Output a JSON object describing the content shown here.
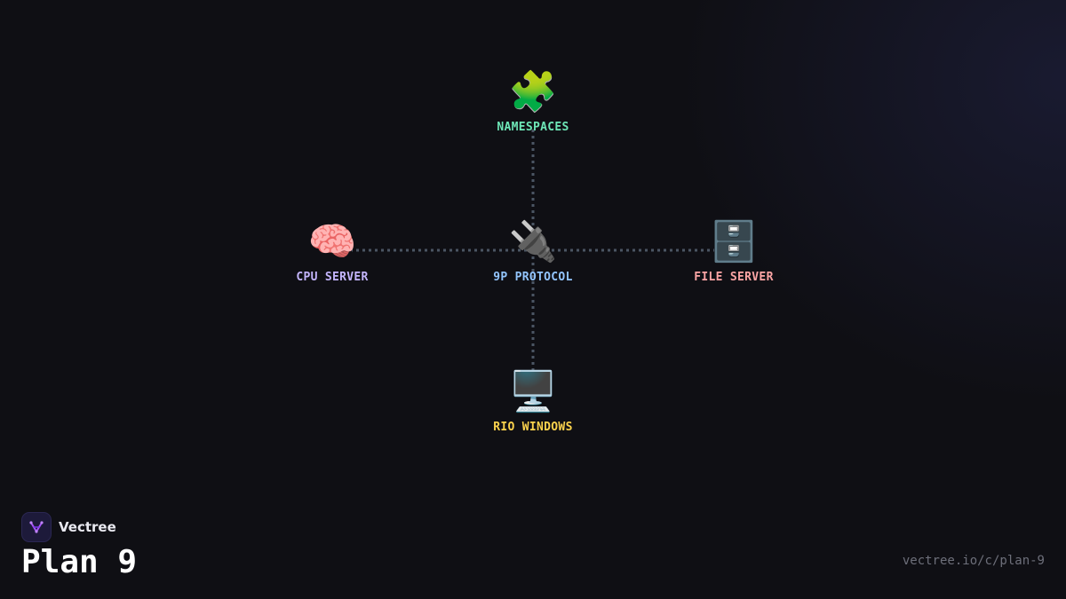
{
  "diagram": {
    "nodes": [
      {
        "id": "namespaces",
        "icon": "puzzle-piece-icon",
        "glyph": "🧩",
        "label": "NAMESPACES",
        "color": "#6ee7b7"
      },
      {
        "id": "cpu-server",
        "icon": "brain-icon",
        "glyph": "🧠",
        "label": "CPU SERVER",
        "color": "#c4b5fd"
      },
      {
        "id": "9p-protocol",
        "icon": "plug-icon",
        "glyph": "🔌",
        "label": "9P PROTOCOL",
        "color": "#93c5fd"
      },
      {
        "id": "file-server",
        "icon": "file-cabinet-icon",
        "glyph": "🗄️",
        "label": "FILE SERVER",
        "color": "#fca5a5"
      },
      {
        "id": "rio-windows",
        "icon": "desktop-computer-icon",
        "glyph": "🖥️",
        "label": "RIO WINDOWS",
        "color": "#fcd34d"
      }
    ],
    "edges": [
      {
        "from": "9p-protocol",
        "to": "namespaces"
      },
      {
        "from": "9p-protocol",
        "to": "cpu-server"
      },
      {
        "from": "9p-protocol",
        "to": "file-server"
      },
      {
        "from": "9p-protocol",
        "to": "rio-windows"
      }
    ],
    "edge_color": "#4b5563"
  },
  "brand": {
    "name": "Vectree",
    "logo_icon": "vectree-logo-icon",
    "accent": "#a855f7"
  },
  "page": {
    "title": "Plan 9",
    "url": "vectree.io/c/plan-9"
  }
}
